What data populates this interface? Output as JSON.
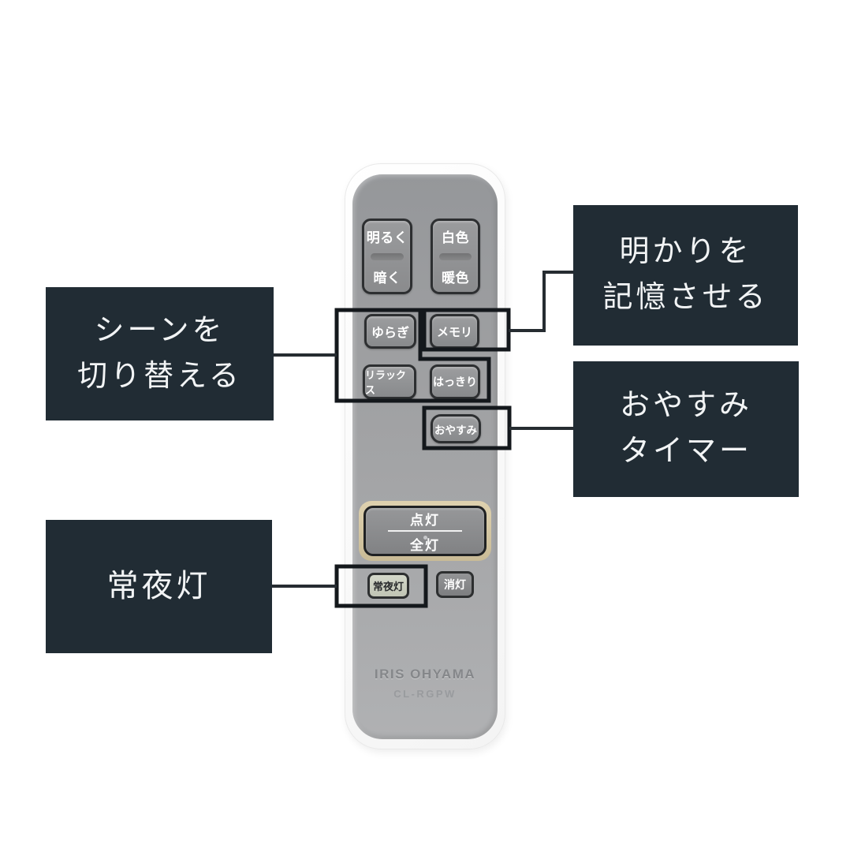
{
  "figure": {
    "remote": {
      "brand": "IRIS OHYAMA",
      "model": "CL-RGPW",
      "buttons": {
        "brighter": "明るく",
        "darker": "暗く",
        "white_color": "白色",
        "warm_color": "暖色",
        "flicker": "ゆらぎ",
        "memory": "メモリ",
        "relax": "リラックス",
        "clear": "はっきり",
        "sleep": "おやすみ",
        "light_on": "点灯",
        "all_lights": "全灯",
        "night_light": "常夜灯",
        "light_off": "消灯"
      }
    },
    "callouts": {
      "memory": {
        "line1": "明かりを",
        "line2": "記憶させる"
      },
      "scene": {
        "line1": "シーンを",
        "line2": "切り替える"
      },
      "sleep_timer": {
        "line1": "おやすみ",
        "line2": "タイマー"
      },
      "night_light": {
        "line1": "常夜灯"
      }
    },
    "colors": {
      "callout_bg": "#212c34",
      "callout_text": "#f2f4f5",
      "outline_stroke": "#14181c",
      "remote_panel": "#a0a1a3",
      "night_light_button": "#ccd1c2",
      "power_ring": "#d6c8a4"
    }
  }
}
